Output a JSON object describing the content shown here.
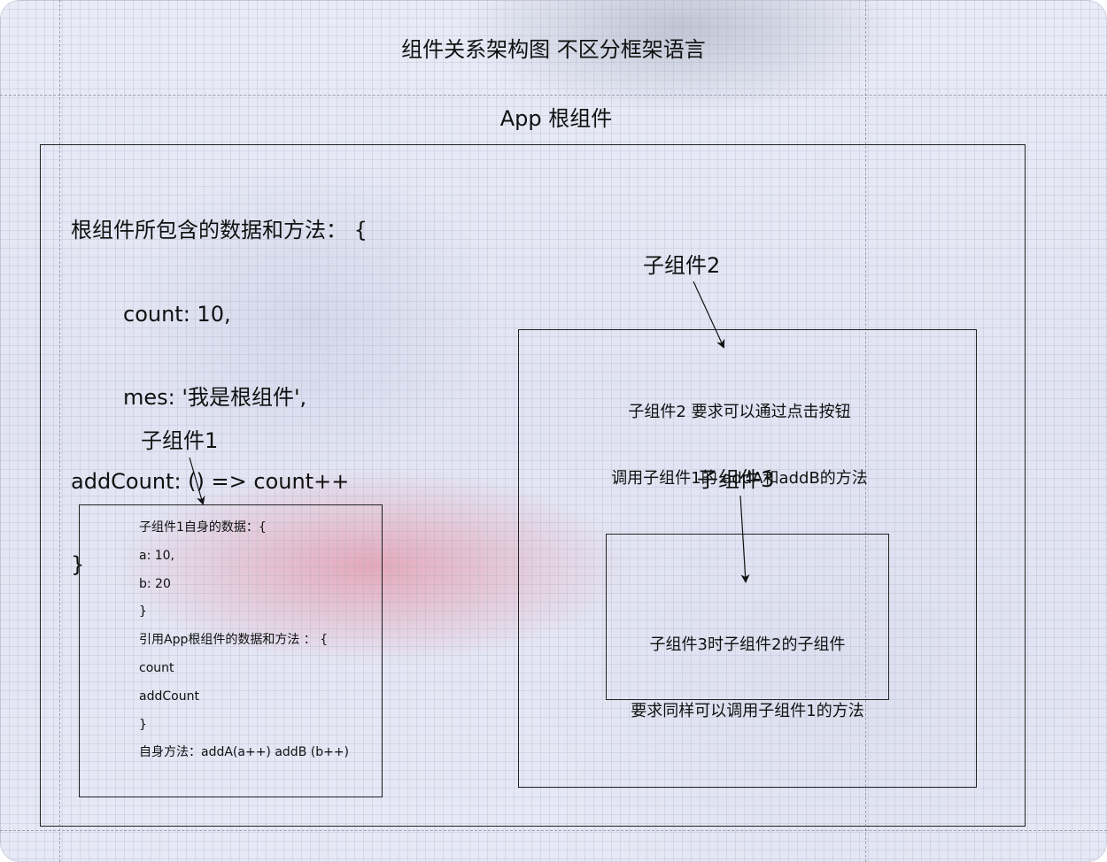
{
  "title": "组件关系架构图 不区分框架语言",
  "app_label": "App 根组件",
  "root": {
    "lines": [
      "根组件所包含的数据和方法： {",
      "count: 10,",
      "mes: '我是根组件',",
      "addCount: () => count++",
      "}"
    ]
  },
  "child2": {
    "label": "子组件2",
    "desc": [
      "子组件2 要求可以通过点击按钮",
      "调用子组件1的 addA和addB的方法"
    ]
  },
  "child3": {
    "label": "子组件3",
    "desc": [
      "子组件3时子组件2的子组件",
      "要求同样可以调用子组件1的方法"
    ]
  },
  "child1": {
    "label": "子组件1",
    "lines": [
      "子组件1自身的数据：{",
      "a: 10,",
      "b: 20",
      "}",
      "引用App根组件的数据和方法 ： {",
      "count",
      "addCount",
      "}",
      "自身方法：addA(a++) addB (b++)"
    ]
  }
}
